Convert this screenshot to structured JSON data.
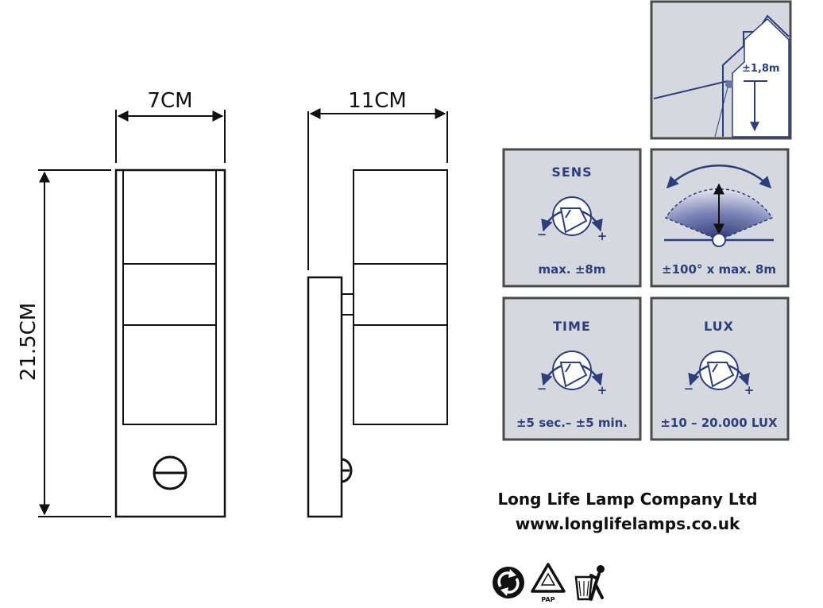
{
  "front_view": {
    "width_label": "7CM",
    "height_label": "21.5CM"
  },
  "side_view": {
    "depth_label": "11CM"
  },
  "house_panel": {
    "height_label": "±1,8m"
  },
  "panels": [
    {
      "id": "sens",
      "title": "SENS",
      "value": "max. ±8m",
      "minus": "−",
      "plus": "+"
    },
    {
      "id": "angle",
      "title": "",
      "value": "±100° x max. 8m"
    },
    {
      "id": "time",
      "title": "TIME",
      "value": "±5 sec.– ±5 min.",
      "minus": "−",
      "plus": "+"
    },
    {
      "id": "lux",
      "title": "LUX",
      "value": "±10 – 20.000 LUX",
      "minus": "−",
      "plus": "+"
    }
  ],
  "company": {
    "name": "Long Life Lamp Company Ltd",
    "url": "www.longlifelamps.co.uk"
  },
  "recycling": {
    "pap_label": "PAP"
  },
  "colors": {
    "panel_fill": "#d5d9df",
    "panel_border": "#4a4a4a",
    "accent": "#2d3f7a"
  }
}
